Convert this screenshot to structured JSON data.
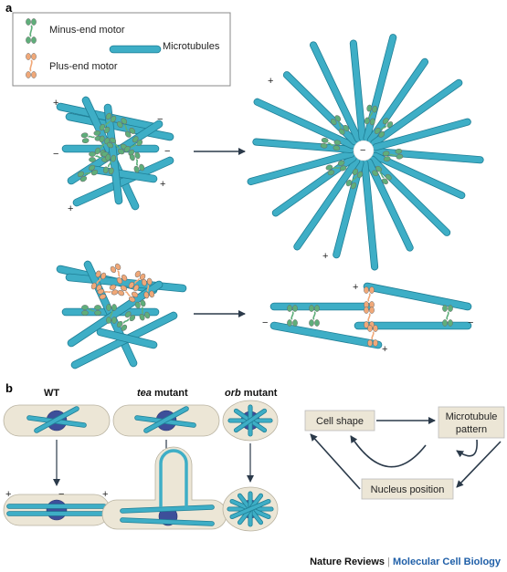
{
  "panel_a": {
    "label": "a",
    "legend": {
      "minus_motor": "Minus-end motor",
      "plus_motor": "Plus-end motor",
      "microtubules": "Microtubules"
    },
    "minus_sign": "−",
    "plus_sign": "+"
  },
  "panel_b": {
    "label": "b",
    "wt_title": "WT",
    "tea_italic": "tea",
    "orb_italic": "orb",
    "mutant_word": " mutant",
    "cycle": {
      "cell_shape": "Cell shape",
      "microtubule": "Microtubule",
      "pattern": "pattern",
      "nucleus_position": "Nucleus position"
    }
  },
  "credit": {
    "journal": "Nature Reviews",
    "separator": " | ",
    "section": "Molecular Cell Biology"
  },
  "colors": {
    "tube": "#3eaec6",
    "tube_dark": "#1f7f96",
    "minus_motor": "#5fae7a",
    "plus_motor": "#f0a878",
    "cell_fill": "#ece6d6",
    "nucleus": "#3d4f9a",
    "cycle_box": "#ece6d6",
    "credit_blue": "#1f5fa8"
  }
}
